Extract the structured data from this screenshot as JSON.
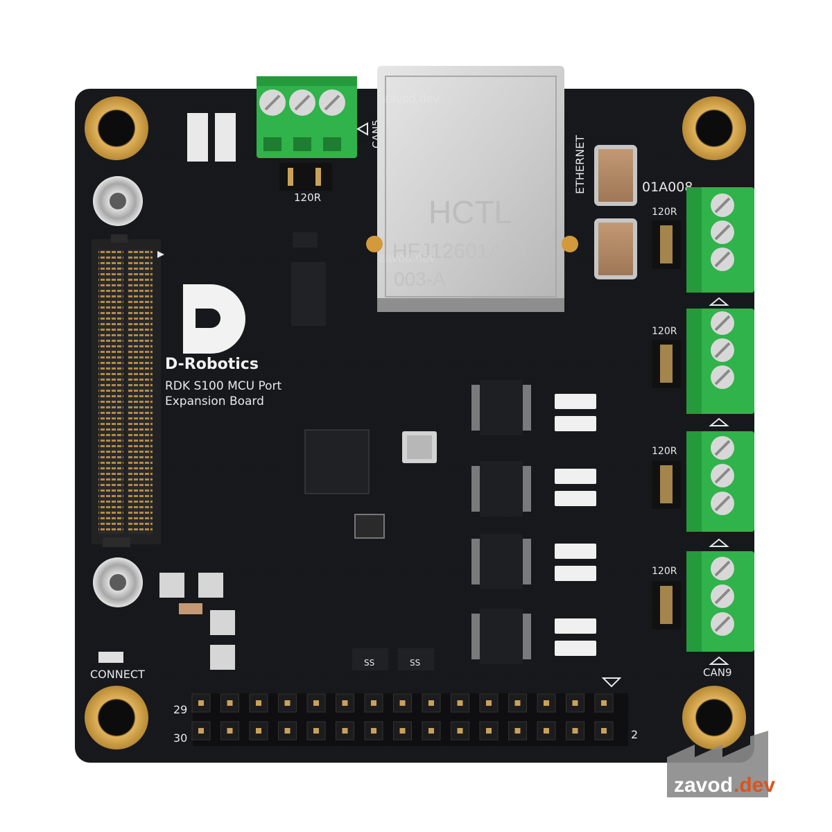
{
  "board": {
    "brand": "D-Robotics",
    "product_line1": "RDK S100 MCU Port",
    "product_line2": "Expansion Board",
    "revision": "01A008",
    "ethernet_label": "ETHERNET",
    "connect_label": "CONNECT",
    "resistor_label": "120R",
    "can5_label": "CAN5",
    "can9_label": "CAN9",
    "pin_label_29": "29",
    "pin_label_30": "30",
    "pin_label_2": "2",
    "rj45_text_1": "HCTL",
    "rj45_text_2": "HFJ12601A-M",
    "rj45_text_3": "003-A",
    "regulator_text": "SS"
  },
  "watermark": {
    "text": "zavod.dev",
    "logo_prefix": "zavod",
    "logo_suffix": ".dev",
    "accent": "#d9541e"
  },
  "colors": {
    "pcb": "#17181c",
    "terminal": "#2fb34a",
    "gold": "#d8a94b",
    "silver": "#c9c9c9"
  }
}
